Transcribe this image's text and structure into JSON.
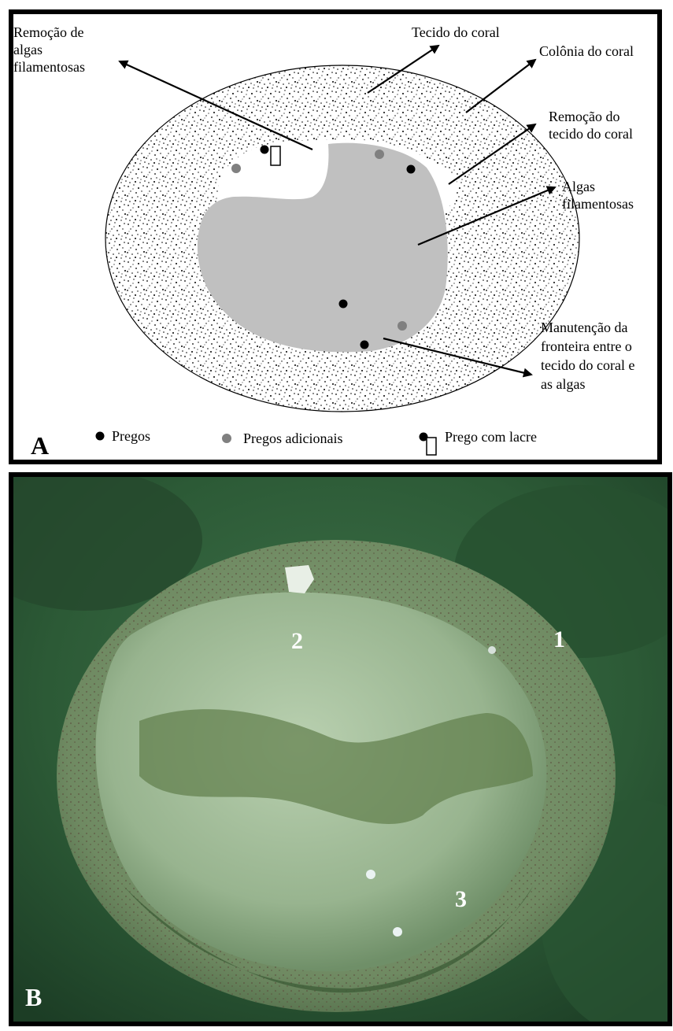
{
  "panel_a": {
    "letter": "A",
    "labels": {
      "remocao_algas": "Remoção de\nalgas\nfilamentosas",
      "tecido_coral": "Tecido do coral",
      "colonia_coral": "Colônia do coral",
      "remocao_tecido": "Remoção do\ntecido do coral",
      "algas_filamentosas": "Algas\nfilamentosas",
      "manutencao": "Manutenção da\nfronteira entre o\ntecido do coral e\nas algas"
    },
    "legend": {
      "pregos": "Pregos",
      "pregos_adicionais": "Pregos adicionais",
      "prego_lacre": "Prego com lacre"
    },
    "colors": {
      "algae": "#c0c0c0",
      "speckle": "#000000",
      "nail": "#000000",
      "additional_nail": "#808080"
    }
  },
  "panel_b": {
    "letter": "B",
    "markers": [
      "1",
      "2",
      "3"
    ],
    "colors": {
      "water": "#2f5f3a",
      "coral_rim": "#6f8a62",
      "coral_center": "#a8c1a0"
    }
  }
}
